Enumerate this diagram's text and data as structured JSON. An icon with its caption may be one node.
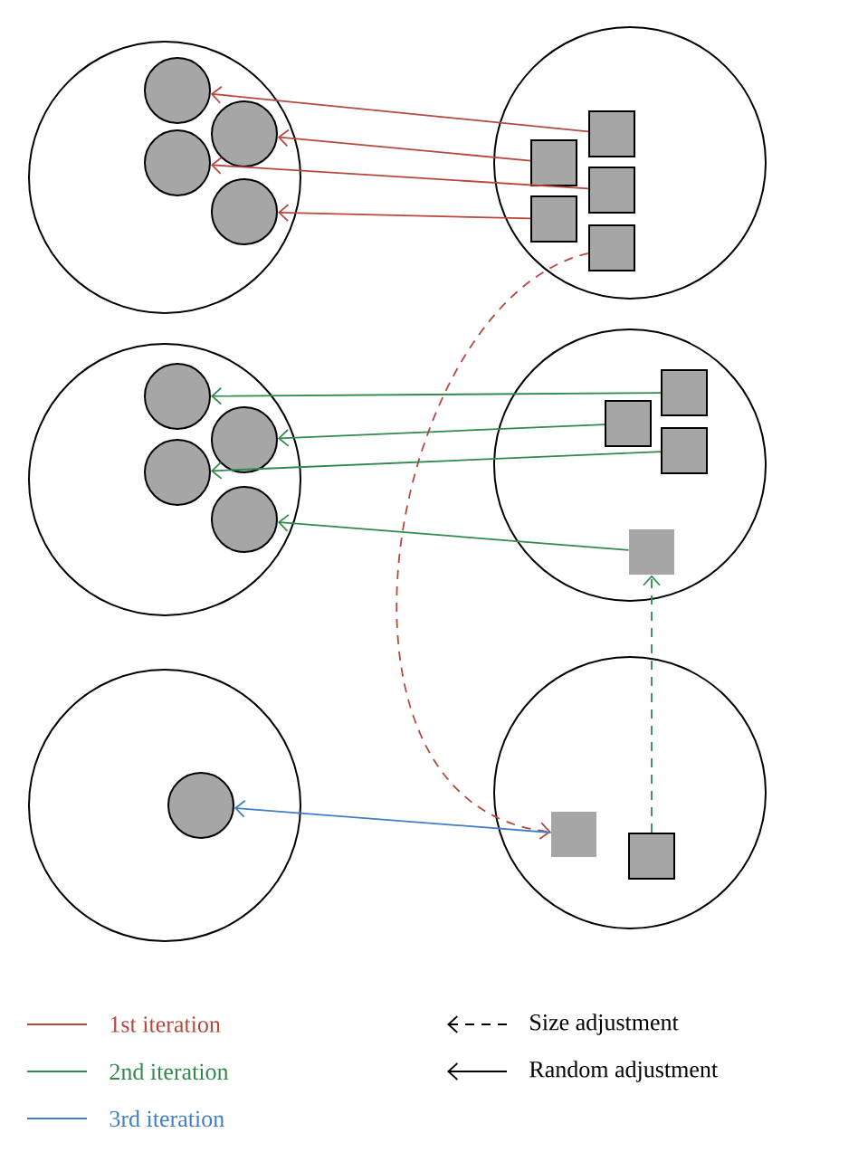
{
  "diagram": {
    "nodes": [
      {
        "text": [],
        "shape": "circle"
      },
      {
        "text": [],
        "shape": "circle",
        "in": 0
      },
      {
        "text": [],
        "shape": "circle",
        "in": 0
      },
      {
        "text": [],
        "shape": "circle",
        "in": 0
      },
      {
        "text": [],
        "shape": "circle",
        "in": 0
      },
      {
        "text": [],
        "shape": "circle"
      },
      {
        "text": [],
        "shape": "box",
        "in": 5
      },
      {
        "text": [],
        "shape": "box",
        "in": 5
      },
      {
        "text": [],
        "shape": "box",
        "in": 5
      },
      {
        "text": [],
        "shape": "box",
        "in": 5
      },
      {
        "text": [],
        "shape": "box",
        "in": 5
      },
      {
        "text": [],
        "shape": "circle"
      },
      {
        "text": [],
        "shape": "circle",
        "in": 11
      },
      {
        "text": [],
        "shape": "circle",
        "in": 11
      },
      {
        "text": [],
        "shape": "circle",
        "in": 11
      },
      {
        "text": [],
        "shape": "circle",
        "in": 11
      },
      {
        "text": [],
        "shape": "circle"
      },
      {
        "text": [],
        "shape": "box",
        "in": 16
      },
      {
        "text": [],
        "shape": "box",
        "in": 16
      },
      {
        "text": [],
        "shape": "box",
        "in": 16
      },
      {
        "text": [],
        "shape": "box",
        "in": 16
      },
      {
        "text": [],
        "shape": "circle"
      },
      {
        "text": [],
        "shape": "circle",
        "in": 21
      },
      {
        "text": [],
        "shape": "circle"
      },
      {
        "text": [],
        "shape": "box",
        "in": 23
      },
      {
        "text": [],
        "shape": "box",
        "in": 23
      }
    ],
    "edges": [
      {
        "from": 6,
        "to": 1,
        "arrow": "to",
        "color": "#b8473d"
      },
      {
        "from": 7,
        "to": 2,
        "arrow": "to",
        "color": "#b8473d"
      },
      {
        "from": 8,
        "to": 3,
        "arrow": "to",
        "color": "#b8473d"
      },
      {
        "from": 9,
        "to": 4,
        "arrow": "to",
        "color": "#b8473d"
      },
      {
        "from": 10,
        "to": 24,
        "arrow": "to",
        "style": "dashed",
        "color": "#b8473d"
      },
      {
        "from": 17,
        "to": 12,
        "arrow": "to",
        "color": "#2f8a4c"
      },
      {
        "from": 18,
        "to": 13,
        "arrow": "to",
        "color": "#2f8a4c"
      },
      {
        "from": 19,
        "to": 14,
        "arrow": "to",
        "color": "#2f8a4c"
      },
      {
        "from": 20,
        "to": 15,
        "arrow": "to",
        "color": "#2f8a4c"
      },
      {
        "from": 25,
        "to": 20,
        "arrow": "to",
        "style": "dashed",
        "color": "#2f8a4c"
      },
      {
        "from": 24,
        "to": 22,
        "arrow": "to",
        "color": "#3f7fc4"
      }
    ],
    "legend": [
      {
        "text": "1st iteration",
        "color": "#b8473d"
      },
      {
        "text": "2nd iteration",
        "color": "#2f8a4c"
      },
      {
        "text": "3rd iteration",
        "color": "#3f7fc4"
      },
      {
        "text": "Size adjustment"
      },
      {
        "text": "Random adjustment"
      }
    ]
  }
}
